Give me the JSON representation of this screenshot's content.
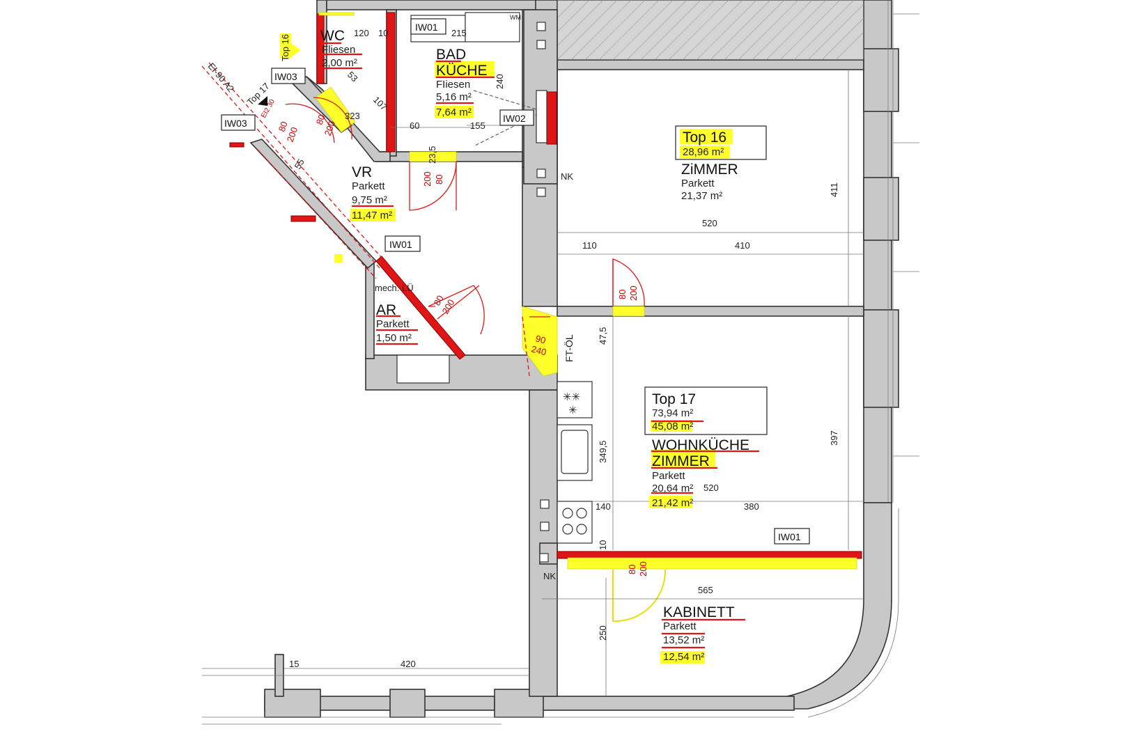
{
  "rooms": {
    "wc": {
      "name": "WC",
      "floor": "Fliesen",
      "area": "2,00 m²"
    },
    "bad": {
      "name": "BAD",
      "name2": "KÜCHE",
      "floor": "FIiesen",
      "area": "5,16 m²",
      "area_new": "7,64 m²"
    },
    "vr": {
      "name": "VR",
      "floor": "Parkett",
      "area": "9,75 m²",
      "area_new": "11,47 m²"
    },
    "ar": {
      "name": "AR",
      "floor": "Parkett",
      "area": "1,50 m²"
    },
    "zimmer": {
      "name": "ZiMMER",
      "floor": "Parkett",
      "area": "21,37 m²"
    },
    "wohnkueche": {
      "name": "WOHNKÜCHE",
      "name2": "ZIMMER",
      "floor": "Parkett",
      "area": "20,64 m²",
      "area_new": "21,42 m²"
    },
    "kabinett": {
      "name": "KABINETT",
      "floor": "Parkett",
      "area": "13,52 m²",
      "area_new": "12,54 m²"
    }
  },
  "units": {
    "top16": {
      "label": "Top 16",
      "area": "28,96 m²"
    },
    "top17": {
      "label": "Top 17",
      "area": "73,94 m²",
      "area_new": "45,08 m²"
    },
    "top16_marker": "Top 16",
    "top17_marker": "Top 17"
  },
  "tags": {
    "iw01": "IW01",
    "iw02": "IW02",
    "iw03": "IW03",
    "nk": "NK",
    "ft_oel": "FT-ÖL",
    "mech_lue": "mech. LÜ",
    "wm": "WM",
    "ei90": "EI-90 A2",
    "ei2_30": "EI2 30"
  },
  "dims": {
    "d120": "120",
    "d10": "10",
    "d215": "215",
    "d53": "53",
    "d107": "107",
    "d323": "323",
    "d240": "240",
    "d60": "60",
    "d155": "155",
    "d23_5": "23,5",
    "d55": "55",
    "d520a": "520",
    "d411": "411",
    "d110": "110",
    "d410": "410",
    "d47_5": "47,5",
    "d349_5": "349,5",
    "d520b": "520",
    "d397": "397",
    "d140": "140",
    "d380": "380",
    "d10b": "10",
    "d565": "565",
    "d250": "250",
    "d15": "15",
    "d420": "420"
  },
  "doors": {
    "d80_200": "80",
    "d200": "200",
    "d90": "90",
    "d240": "240"
  }
}
